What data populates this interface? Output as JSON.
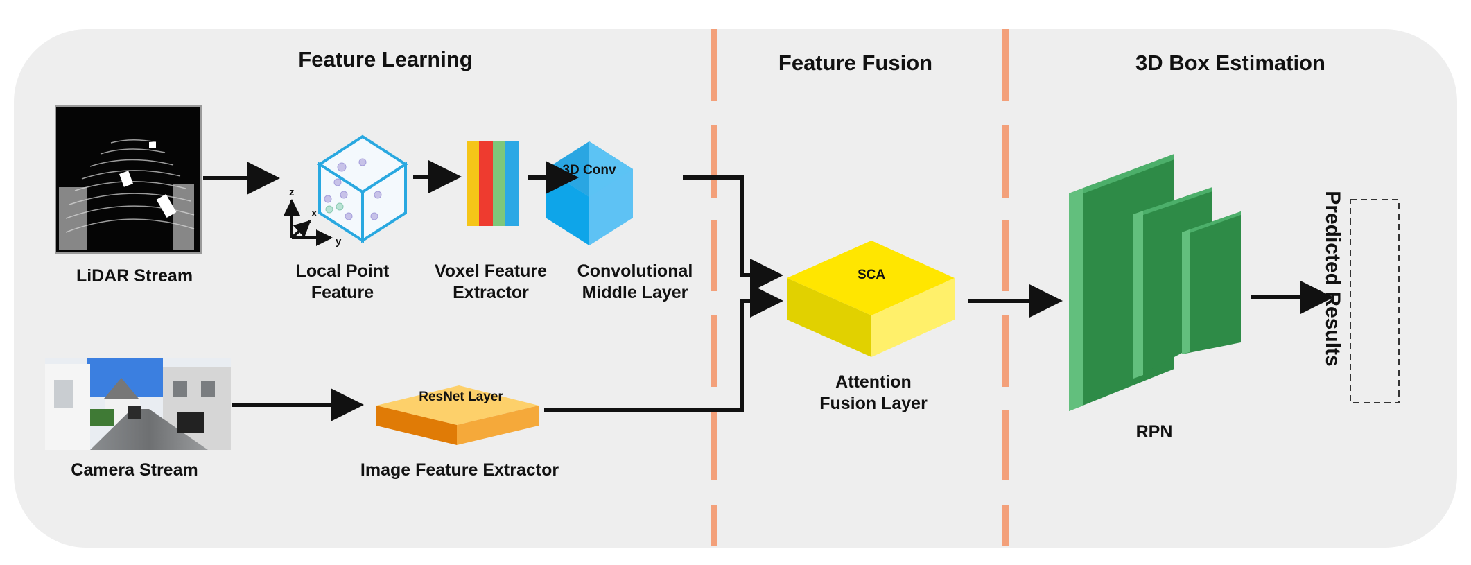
{
  "sections": {
    "feature_learning": "Feature Learning",
    "feature_fusion": "Feature Fusion",
    "box_estimation": "3D Box Estimation"
  },
  "nodes": {
    "lidar_stream": "LiDAR Stream",
    "camera_stream": "Camera Stream",
    "local_point_feature": "Local Point\nFeature",
    "voxel_feature_extractor": "Voxel Feature\nExtractor",
    "conv_middle_layer": "Convolutional\nMiddle Layer",
    "conv_block_label": "3D Conv",
    "image_feature_extractor": "Image Feature Extractor",
    "resnet_layer": "ResNet Layer",
    "attention_fusion_layer": "Attention\nFusion Layer",
    "sca_label": "SCA",
    "rpn": "RPN",
    "predicted_results": "Predicted Results"
  },
  "axes": {
    "z": "z",
    "x": "x",
    "y": "y"
  },
  "colors": {
    "panel": "#eeeeee",
    "divider": "#f3a07a",
    "voxel_cube": "#29a8e0",
    "conv_front": "#0ea5e9",
    "sca_top": "#ffe600",
    "resnet_top": "#fdd06a",
    "rpn_green": "#2e8b47",
    "arrow": "#111111"
  },
  "feature_strips": [
    "#f5c518",
    "#ee3b2f",
    "#7ec77a",
    "#2ba8e5"
  ]
}
